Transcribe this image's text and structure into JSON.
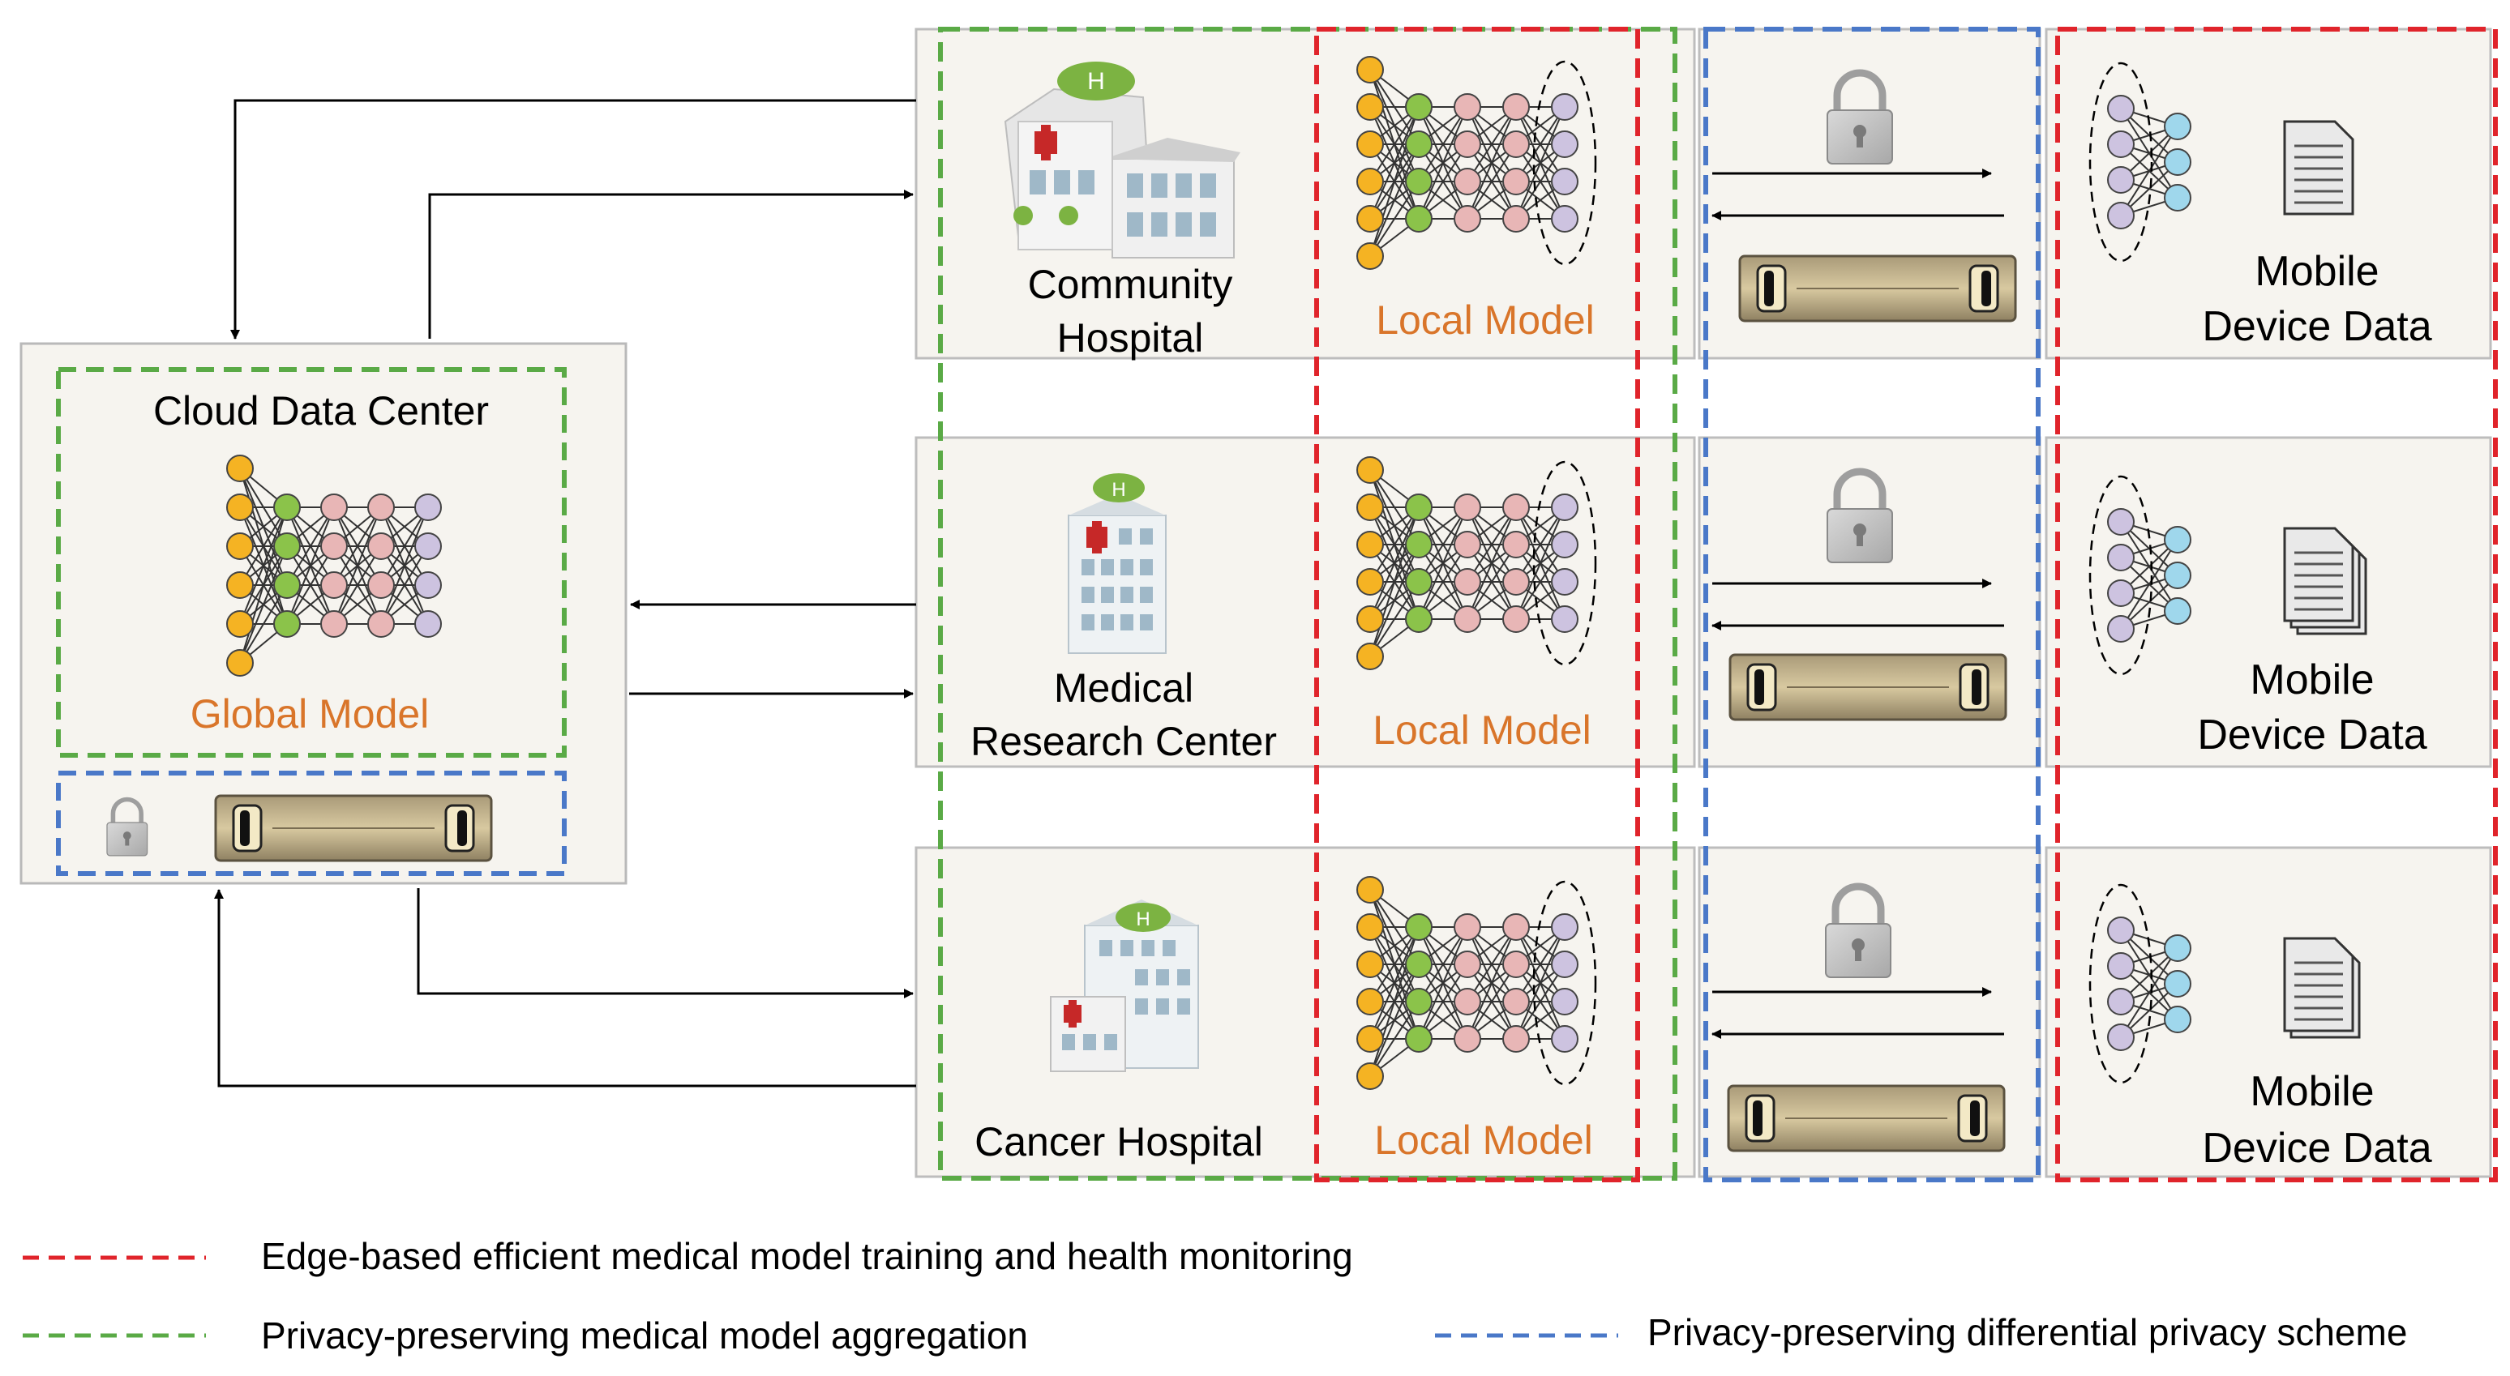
{
  "cloud": {
    "title": "Cloud Data Center",
    "model_label": "Global Model"
  },
  "rows": [
    {
      "facility": [
        "Community",
        "Hospital"
      ],
      "model_label": "Local Model",
      "device": [
        "Mobile",
        "Device Data"
      ]
    },
    {
      "facility": [
        "Medical",
        "Research Center"
      ],
      "model_label": "Local Model",
      "device": [
        "Mobile",
        "Device Data"
      ]
    },
    {
      "facility": [
        "Cancer Hospital"
      ],
      "model_label": "Local Model",
      "device": [
        "Mobile",
        "Device Data"
      ]
    }
  ],
  "legend": {
    "red": "Edge-based efficient medical model training and health monitoring",
    "green": "Privacy-preserving medical model aggregation",
    "blue": "Privacy-preserving differential privacy scheme"
  },
  "colors": {
    "red": "#e0242b",
    "green": "#5aaa46",
    "blue": "#4a78c8",
    "orange_label": "#d9752a",
    "node_yellow": "#f5b323",
    "node_green": "#8bc34a",
    "node_pink": "#e8b6b6",
    "node_lavender": "#cdc3e0",
    "node_cyan": "#9fd7ec"
  },
  "icons": [
    "hospital-building-icon",
    "lock-icon",
    "server-rack-icon",
    "document-icon",
    "neural-network-icon"
  ]
}
